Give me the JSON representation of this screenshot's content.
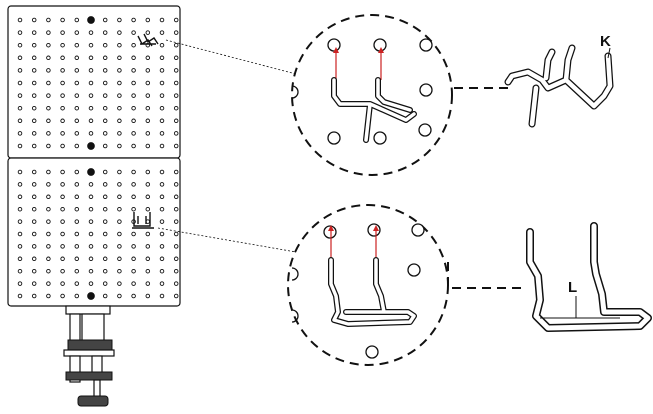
{
  "labels": {
    "hook_top": "K",
    "hook_bottom": "L"
  },
  "colors": {
    "line": "#111111",
    "panel_fill": "#ffffff",
    "hole_fill": "#ffffff",
    "arrow": "#cc2222",
    "clamp_fill": "#444444"
  },
  "icons": {
    "insert_arrow": "red-up-arrow",
    "callout": "dashed-circle-magnifier"
  }
}
